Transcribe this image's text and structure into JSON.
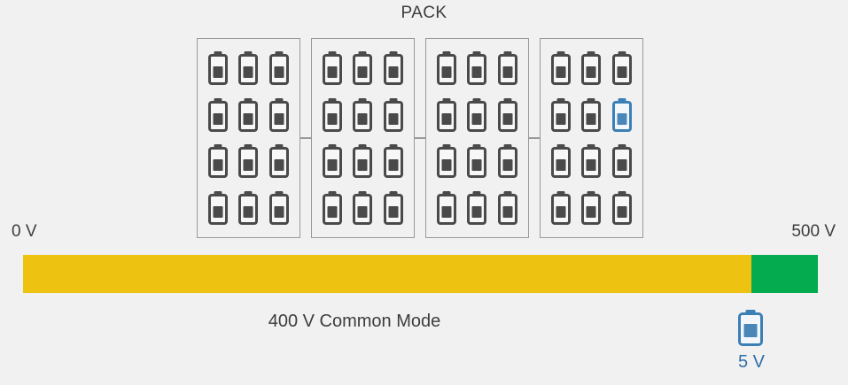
{
  "title": "PACK",
  "pack": {
    "module_count": 4,
    "rows_per_module": 4,
    "cols_per_module": 3,
    "cells_per_module": 12,
    "total_cells": 48,
    "highlighted_cell": {
      "module_index": 3,
      "row": 2,
      "col": 3,
      "cell_index": 5,
      "label": "5 V"
    },
    "connector_count": 3
  },
  "scale": {
    "min_label": "0 V",
    "max_label": "500 V",
    "min_value": 0,
    "max_value": 500,
    "common_mode_label": "400 V Common Mode",
    "common_mode_value": 400,
    "cell_label": "5 V",
    "cell_value": 5,
    "common_mode_percent": 91.6
  },
  "colors": {
    "background": "#f1f1f1",
    "common_mode": "#edc211",
    "cell_segment": "#04ab4f",
    "battery_dark": "#4a4a4a",
    "battery_highlight_outline": "#3b7fb5",
    "battery_highlight_fill": "#4a86b8",
    "module_border": "#9a9a9a",
    "text": "#3d3d3d",
    "callout_text": "#2f6fa8"
  }
}
